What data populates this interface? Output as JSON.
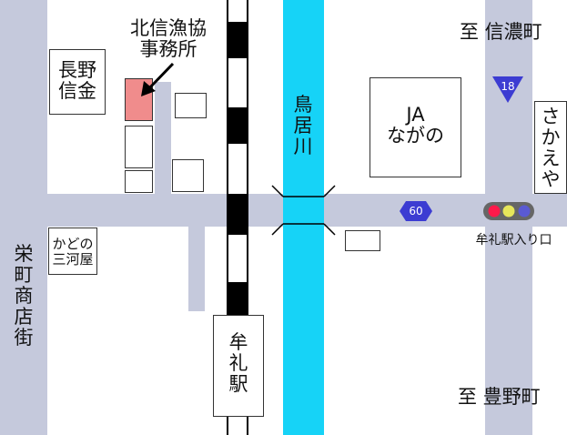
{
  "map": {
    "places": {
      "fisheries_coop": "北信漁協\n事務所",
      "nagano_shinkin": "長野\n信金",
      "ja_nagano": "JA\nながの",
      "kadono_mikawaya": "かどの\n三河屋",
      "sakaemachi_shotengai": "栄\n町\n商\n店\n街",
      "mure_station": "牟\n礼\n駅",
      "toriigawa": "鳥\n居\n川",
      "sakaeya": "さ\nか\nえ\nや"
    },
    "directions": {
      "to_shinano": "至 信濃町",
      "to_toyono": "至 豊野町"
    },
    "routes": {
      "route_18": "18",
      "route_60": "60"
    },
    "intersection": {
      "mure_ekiiriguchi": "牟礼駅入り口"
    },
    "icons": {
      "route_shield": "inverted-triangle",
      "route_sign": "hexagon",
      "traffic_light": "traffic-light",
      "pointer": "arrow"
    },
    "colors": {
      "road": "#c5c9dc",
      "river": "#16d3f7",
      "target_building": "#f08c8c",
      "route_shield": "#3c3cd2",
      "signal_red": "#ff1a4a",
      "signal_yellow": "#e6e65a",
      "signal_blue": "#5a5ad2"
    }
  }
}
